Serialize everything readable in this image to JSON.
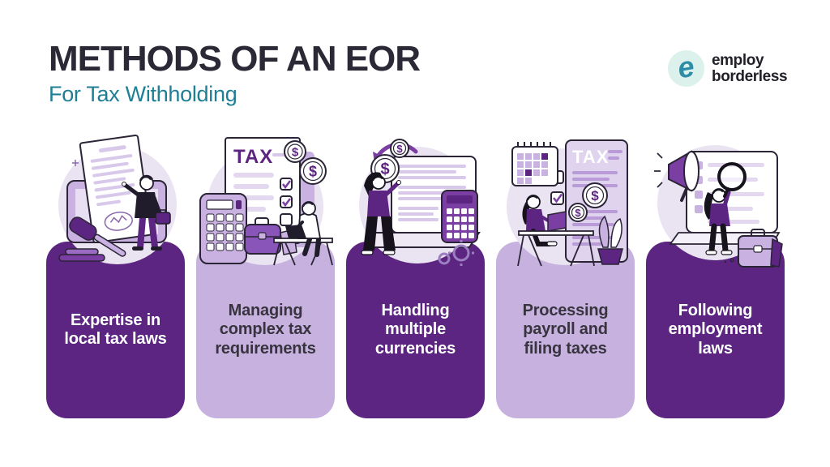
{
  "header": {
    "title": "METHODS OF AN EOR",
    "subtitle": "For Tax Withholding"
  },
  "logo": {
    "monogram": "e",
    "word1": "employ",
    "word2": "borderless"
  },
  "cards": [
    {
      "label": "Expertise in local tax laws",
      "variant": "dark",
      "illustration": "man-pointing-tax-document-gavel-monitor"
    },
    {
      "label": "Managing complex tax requirements",
      "variant": "light",
      "illustration": "tax-form-checkboxes-calculator-briefcase-person-at-desk"
    },
    {
      "label": "Handling multiple currencies",
      "variant": "dark",
      "illustration": "currency-coins-exchange-arrow-laptop-calculator-woman"
    },
    {
      "label": "Processing payroll and filing taxes",
      "variant": "light",
      "illustration": "calendar-tax-report-coins-woman-at-desk-plant"
    },
    {
      "label": "Following employment laws",
      "variant": "dark",
      "illustration": "megaphone-woman-magnifier-checklist-briefcase"
    }
  ],
  "illustration_text": {
    "tax": "TAX",
    "dollar": "$"
  },
  "colors": {
    "background": "#ffffff",
    "title_text": "#2B2936",
    "subtitle_teal": "#1E7F95",
    "card_dark_purple": "#5C2581",
    "card_light_purple": "#C7B1DE",
    "accent_purple": "#7B3FA4",
    "illustration_bg": "#EAE3F1",
    "outline_dark": "#2B2436",
    "logo_teal": "#2E8CA6",
    "logo_circle_bg": "#DCF0EC"
  }
}
